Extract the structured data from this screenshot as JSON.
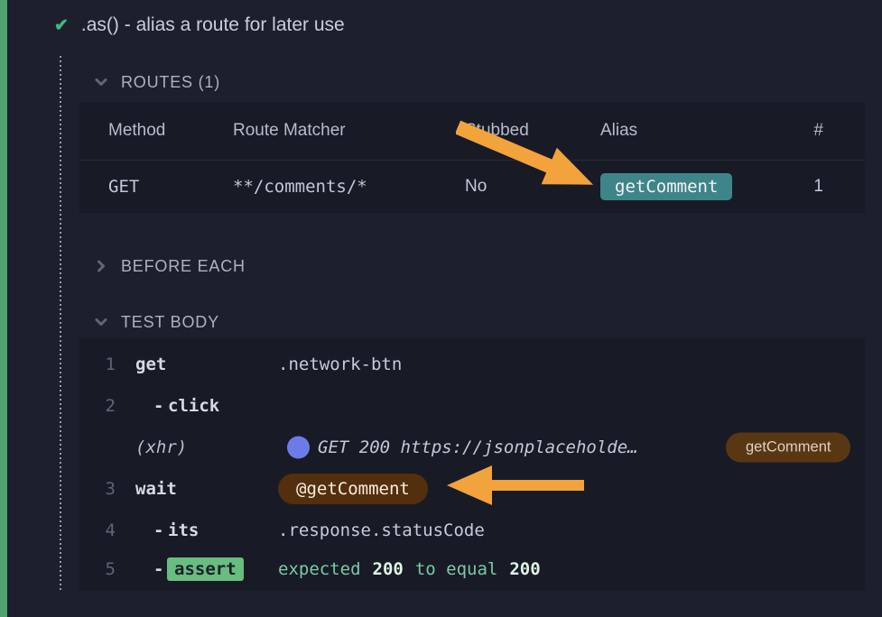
{
  "title_bar": {
    "title": ".as() - alias a route for later use"
  },
  "icons": {
    "check": "✔",
    "chevron_down": "chevron-down",
    "chevron_right": "chevron-right"
  },
  "routes": {
    "header_label": "ROUTES (1)",
    "table": {
      "columns": [
        "Method",
        "Route Matcher",
        "Stubbed",
        "Alias",
        "#"
      ],
      "row": {
        "method": "GET",
        "route_matcher": "**/comments/*",
        "stubbed": "No",
        "alias": "getComment",
        "count": "1"
      }
    }
  },
  "sections": {
    "before_each": "BEFORE EACH",
    "test_body": "TEST BODY"
  },
  "commands": {
    "get": {
      "num": "1",
      "name": "get",
      "message": ".network-btn"
    },
    "click": {
      "num": "2",
      "dash": "-",
      "name": "click"
    },
    "xhr": {
      "label": "(xhr)",
      "message": "GET 200 https://jsonplaceholde…",
      "badge": "getComment"
    },
    "wait": {
      "num": "3",
      "name": "wait",
      "badge": "@getComment"
    },
    "its": {
      "num": "4",
      "dash": "-",
      "name": "its",
      "message": ".response.statusCode"
    },
    "assert": {
      "num": "5",
      "dash": "-",
      "badge": "assert",
      "part1": "expected",
      "value1": "200",
      "part2": "to equal",
      "value2": "200"
    }
  },
  "colors": {
    "pass_strip_green": "#4ea36e",
    "check_green": "#3dbb81",
    "annotation_arrow_orange": "#f2a33c",
    "route_alias_teal": "#3e858a",
    "command_alias_brown": "#532f0d",
    "xhr_dot_indigo": "#6c7be8",
    "assert_badge_green": "#69bd80",
    "assert_text_green": "#7cc9a4",
    "background": "#1d202c",
    "panel_background": "#181b25"
  }
}
